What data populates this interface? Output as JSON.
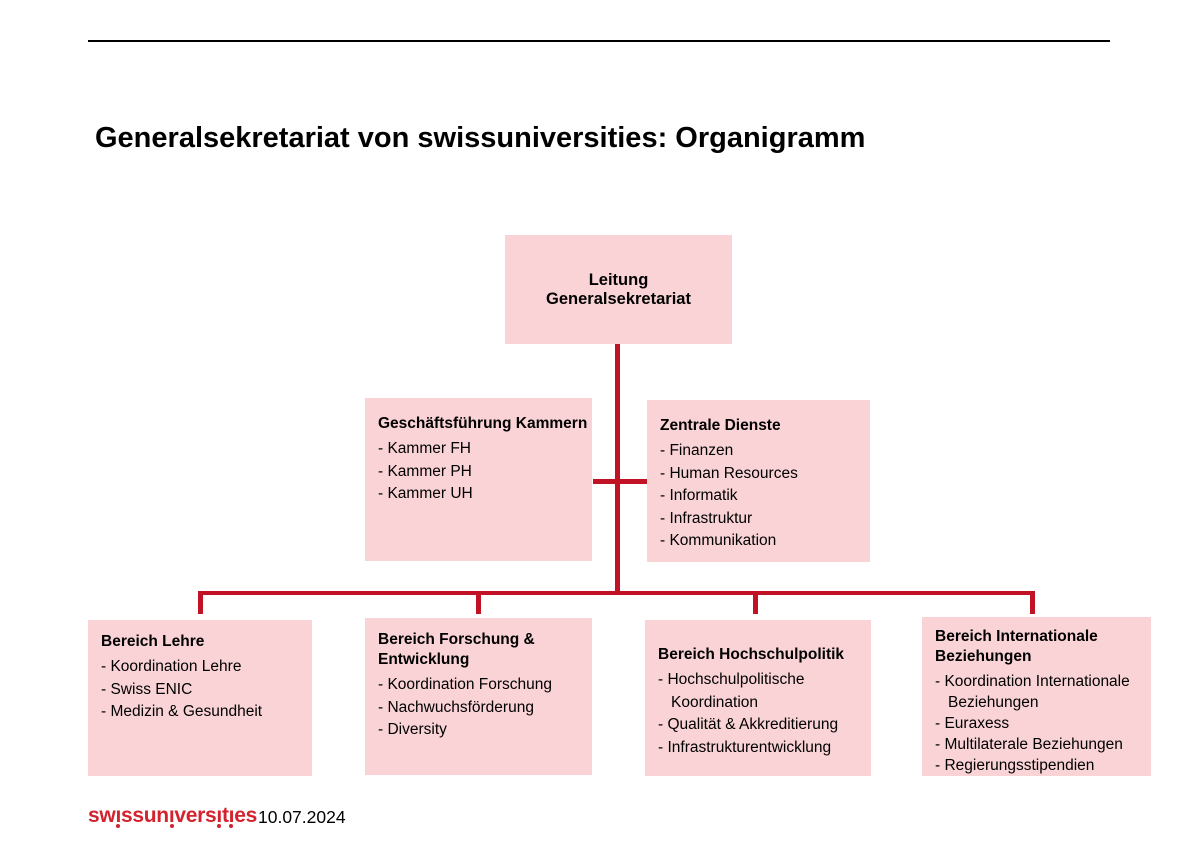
{
  "slide": {
    "title": "Generalsekretariat von swissuniversities: Organigramm",
    "footer": {
      "logo": "swissuniversities",
      "date": "10.07.2024"
    }
  },
  "colors": {
    "box_fill": "#F9D3D6",
    "connector_red": "#C11226",
    "logo_red": "#D2232F",
    "text_black": "#000000"
  },
  "org_chart": {
    "root": {
      "title_lines": [
        "Leitung",
        "Generalsekretariat"
      ]
    },
    "level2": [
      {
        "id": "geschaeftsfuehrung-kammern",
        "title": "Geschäftsführung Kammern",
        "items": [
          "Kammer FH",
          "Kammer PH",
          "Kammer UH"
        ]
      },
      {
        "id": "zentrale-dienste",
        "title": "Zentrale Dienste",
        "items": [
          "Finanzen",
          "Human Resources",
          "Informatik",
          "Infrastruktur",
          "Kommunikation"
        ]
      }
    ],
    "level3": [
      {
        "id": "bereich-lehre",
        "title": "Bereich Lehre",
        "items": [
          "Koordination Lehre",
          "Swiss ENIC",
          "Medizin & Gesundheit"
        ]
      },
      {
        "id": "bereich-forschung-entwicklung",
        "title": "Bereich Forschung & Entwicklung",
        "items": [
          "Koordination Forschung",
          "Nachwuchsförderung",
          "Diversity"
        ]
      },
      {
        "id": "bereich-hochschulpolitik",
        "title": "Bereich Hochschulpolitik",
        "items": [
          "Hochschulpolitische Koordination",
          "Qualität & Akkreditierung",
          "Infrastrukturentwicklung"
        ]
      },
      {
        "id": "bereich-internationale-beziehungen",
        "title": "Bereich Internationale Beziehungen",
        "items": [
          "Koordination Internationale Beziehungen",
          "Euraxess",
          "Multilaterale Beziehungen",
          "Regierungsstipendien"
        ]
      }
    ]
  }
}
